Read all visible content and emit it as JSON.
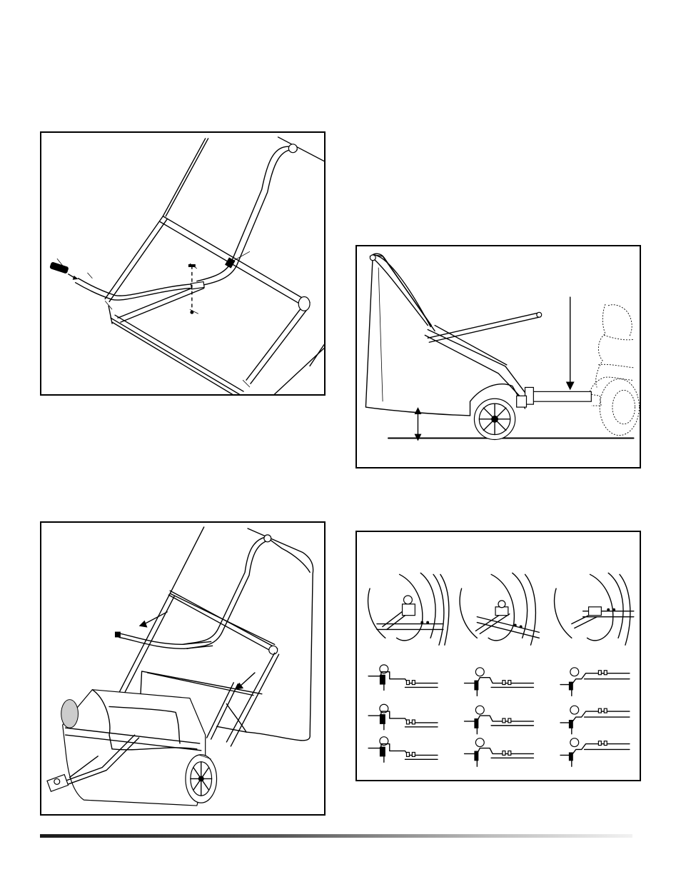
{
  "page": {
    "figures": [
      {
        "id": "handle-assembly",
        "description_icon": "handle-tube-assembly-illustration"
      },
      {
        "id": "tow-height",
        "description_icon": "sweeper-towed-by-tractor-illustration"
      },
      {
        "id": "sweeper-assembly",
        "description_icon": "assembled-lawn-sweeper-illustration"
      },
      {
        "id": "hitch-positions",
        "description_icon": "hitch-pin-positions-illustration"
      }
    ],
    "footer": {
      "rule_color": "#1a1a1a"
    }
  }
}
